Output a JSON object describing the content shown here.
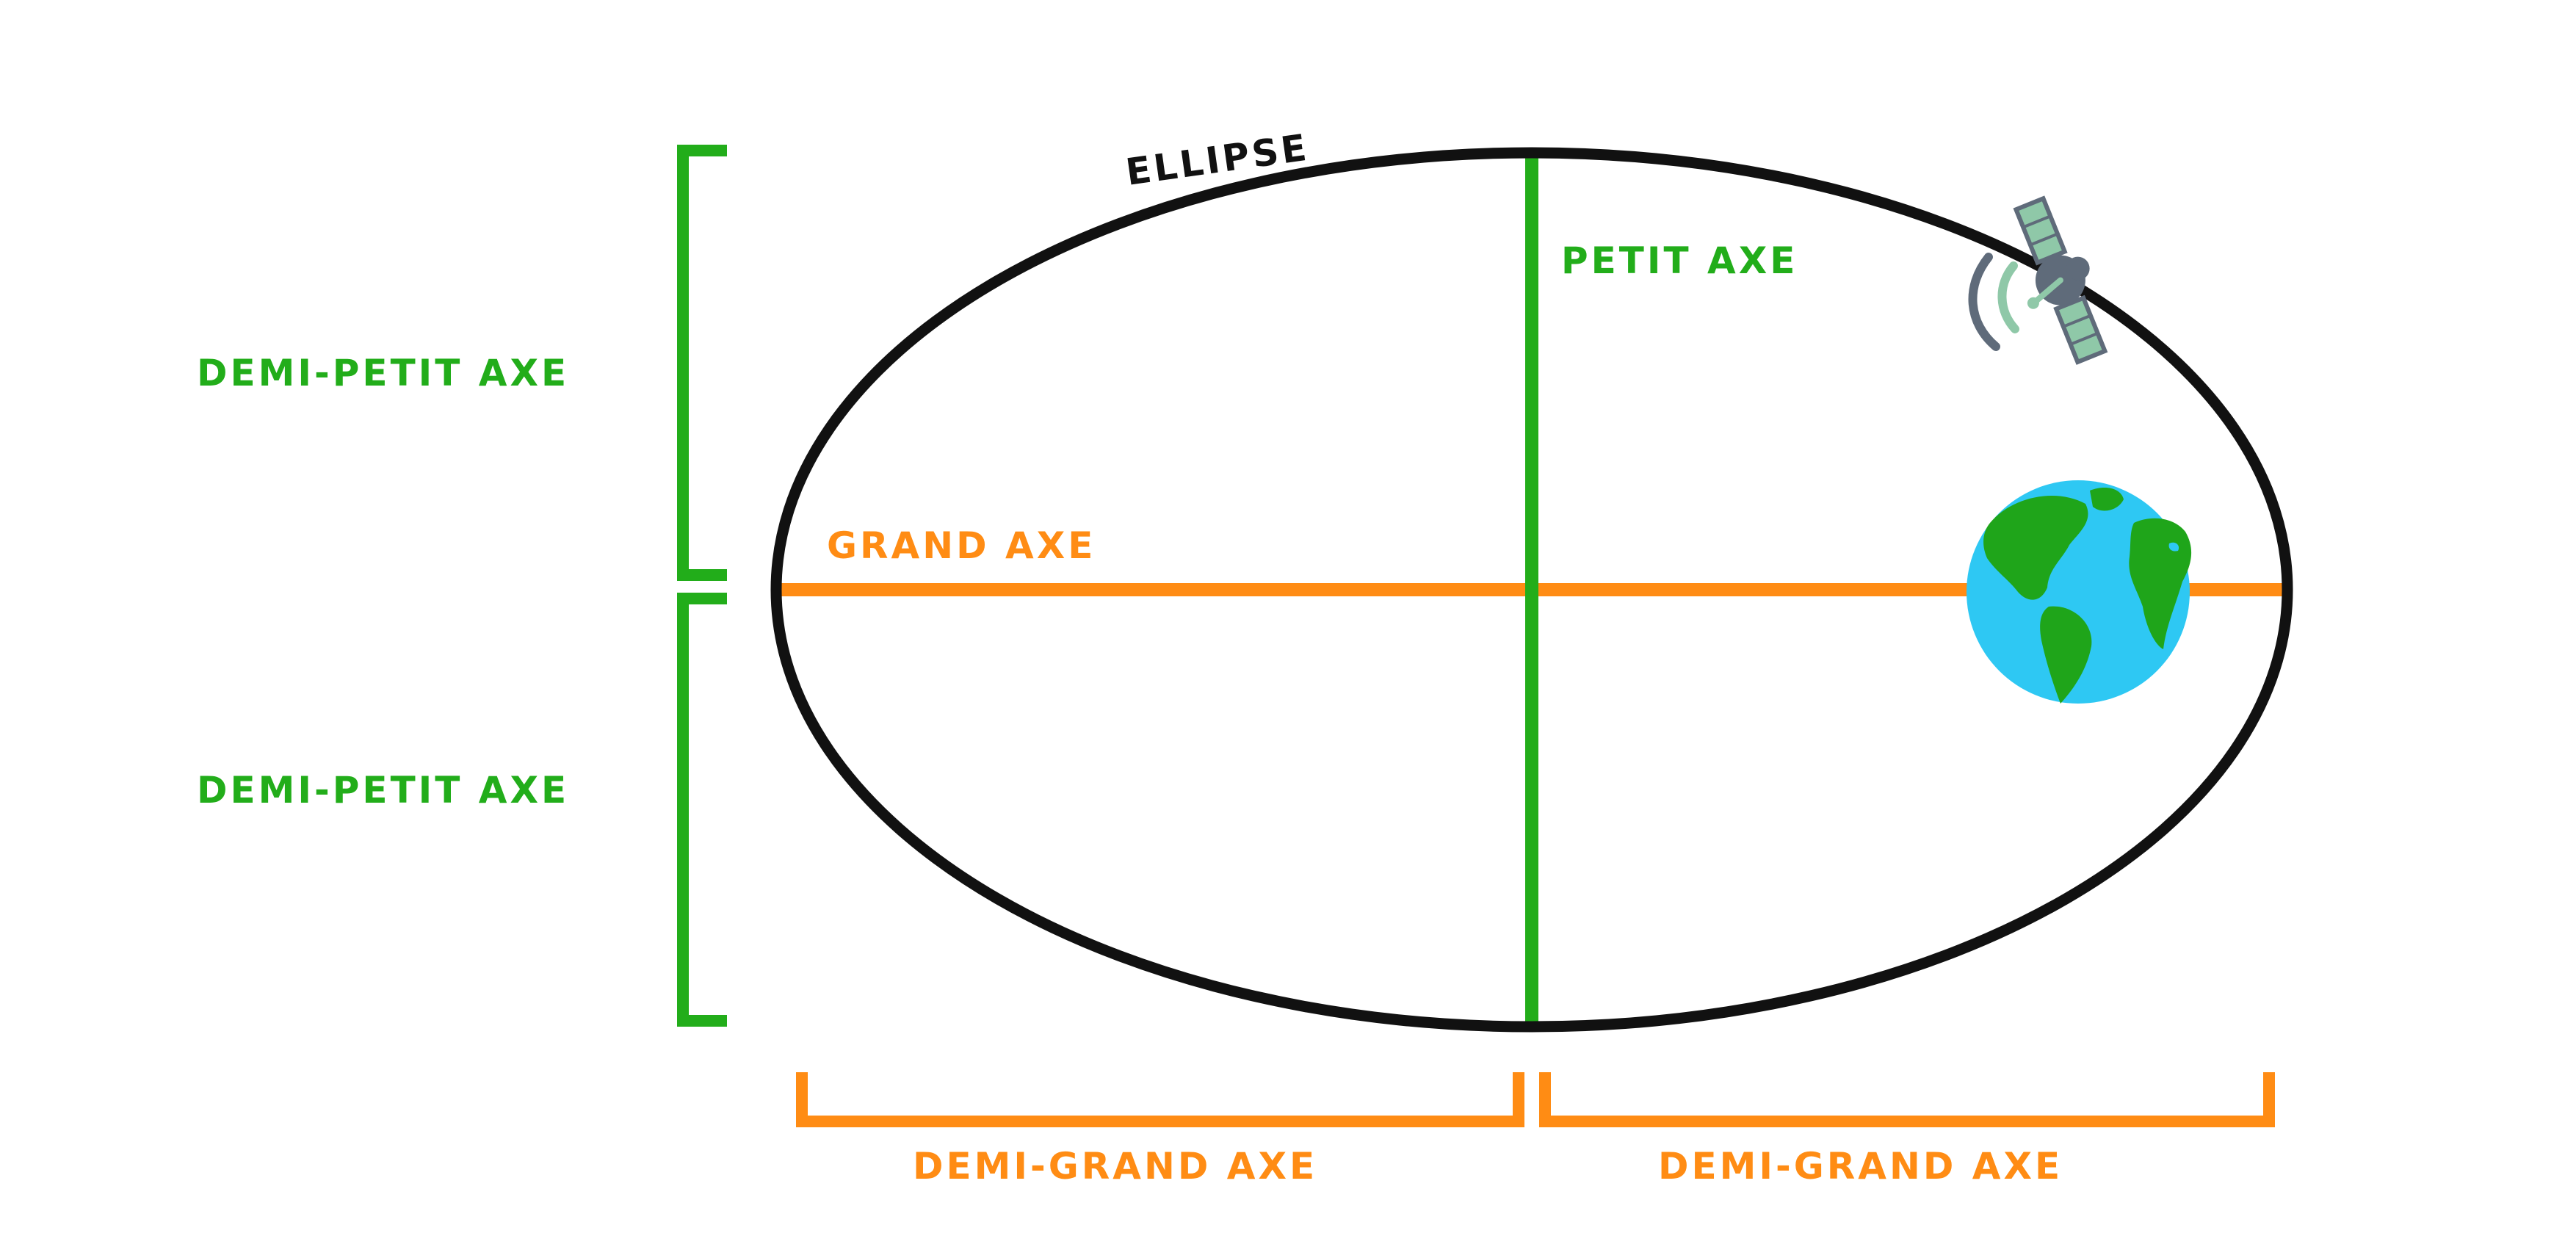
{
  "labels": {
    "ellipse": "ELLIPSE",
    "minor_axis": "PETIT AXE",
    "major_axis": "GRAND AXE",
    "semi_minor_top": "DEMI-PETIT AXE",
    "semi_minor_bottom": "DEMI-PETIT AXE",
    "semi_major_left": "DEMI-GRAND AXE",
    "semi_major_right": "DEMI-GRAND AXE"
  },
  "colors": {
    "ellipse": "#111111",
    "minor_axis": "#22ad1a",
    "major_axis": "#ff8c14",
    "earth_ocean": "#2ec8f3",
    "earth_land": "#1fa51a",
    "satellite_body": "#5f6b7a",
    "satellite_panel": "#8fc8a8"
  },
  "icons": {
    "earth": "earth-icon",
    "satellite": "satellite-icon"
  }
}
